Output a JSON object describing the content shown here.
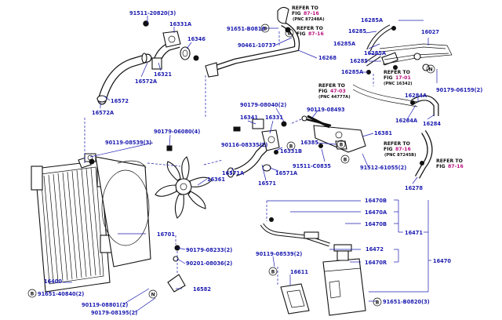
{
  "labels": {
    "l91511_20820": "91511-20820",
    "l91511_20820_qty": "(3)",
    "l16331A": "16331A",
    "l16346": "16346",
    "l16321": "16321",
    "l16572A_a": "16572A",
    "l16572": "16572",
    "l16572A_b": "16572A",
    "l91651_B0816": "91651-B0816",
    "l90461_10737": "90461-10737",
    "l16268": "16268",
    "l16285A_a": "16285A",
    "l16285A_b": "16285A",
    "l16285_a": "16285",
    "l16027": "16027",
    "l16285A_c": "16285A",
    "l16285_b": "16285",
    "l16285A_d": "16285A",
    "l90179_06159": "90179-06159",
    "l90179_06159_qty": "(2)",
    "l16284A_a": "16284A",
    "l16284A_b": "16284A",
    "l16284": "16284",
    "l90179_08040": "90179-08040",
    "l90179_08040_qty": "(2)",
    "l16341": "16341",
    "l16331": "16331",
    "l90119_08493": "90119-08493",
    "l90179_06080": "90179-06080",
    "l90179_06080_qty": "(4)",
    "l90119_08539_a": "90119-08539",
    "l90119_08539_a_qty": "(3)",
    "l90116_08335": "90116-08335",
    "l90116_08335_qty": "(2)",
    "l16331B": "16331B",
    "l16385": "16385",
    "l16381": "16381",
    "l91511_C0835": "91511-C0835",
    "l91512_61055": "91512-61055",
    "l91512_61055_qty": "(2)",
    "l16571A_a": "16571A",
    "l16571A_b": "16571A",
    "l16361": "16361",
    "l16571": "16571",
    "l16278": "16278",
    "l16470B_a": "16470B",
    "l16470A": "16470A",
    "l16470B_b": "16470B",
    "l16471": "16471",
    "l16472": "16472",
    "l16470R": "16470R",
    "l16470": "16470",
    "l16701": "16701",
    "l90179_08233": "90179-08233",
    "l90179_08233_qty": "(2)",
    "l90201_08036": "90201-08036",
    "l90201_08036_qty": "(2)",
    "l90119_08539_b": "90119-08539",
    "l90119_08539_b_qty": "(2)",
    "l16611": "16611",
    "l16400": "16400",
    "l91651_40840": "91651-40840",
    "l91651_40840_qty": "(2)",
    "l16582": "16582",
    "l90119_08801": "90119-08801",
    "l90119_08801_qty": "(2)",
    "l90179_08195": "90179-08195",
    "l90179_08195_qty": "(2)",
    "l91651_B0820": "91651-B0820",
    "l91651_B0820_qty": "(3)"
  },
  "refs": {
    "r1_refer": "REFER TO",
    "r1_fig": "FIG",
    "r1_num": "87-16",
    "r1_pnc": "(PNC 87248A)",
    "r2_refer": "REFER TO",
    "r2_fig": "FIG",
    "r2_num": "87-16",
    "r3_refer": "REFER TO",
    "r3_fig": "FIG",
    "r3_num": "17-01",
    "r3_pnc": "(PNC 16342)",
    "r4_refer": "REFER TO",
    "r4_fig": "FIG",
    "r4_num": "47-03",
    "r4_pnc": "(PNC 44777A)",
    "r5_refer": "REFER TO",
    "r5_fig": "FIG",
    "r5_num": "87-16",
    "r5_pnc": "(PNC 87245B)",
    "r6_refer": "REFER TO",
    "r6_fig": "FIG",
    "r6_num": "87-16"
  },
  "markers": {
    "b": "B",
    "n": "N"
  },
  "colors": {
    "label": "#1b1bb0",
    "fig_number": "#b8127f",
    "line_art": "#111111"
  }
}
